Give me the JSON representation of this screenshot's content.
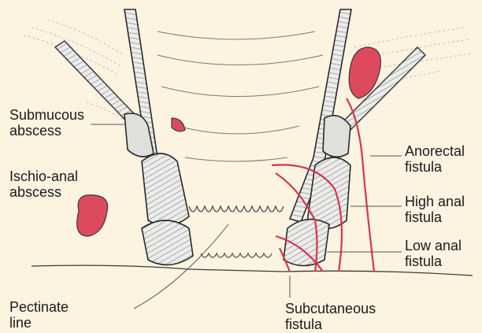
{
  "labels": {
    "submucous_abscess": [
      "Submucous",
      "abscess"
    ],
    "ischio_anal_abscess": [
      "Ischio-anal",
      "abscess"
    ],
    "pectinate_line": [
      "Pectinate",
      "line"
    ],
    "anorectal_fistula": [
      "Anorectal",
      "fistula"
    ],
    "high_anal_fistula": [
      "High anal",
      "fistula"
    ],
    "low_anal_fistula": [
      "Low anal",
      "fistula"
    ],
    "subcutaneous_fistula": [
      "Subcutaneous",
      "fistula"
    ]
  },
  "colors": {
    "background": "#fdf3e1",
    "pathology": "#dd4a5e",
    "outline": "#3a3a3a",
    "muscle": "#e9e9e6",
    "muscle_stripe": "#8d8d8d",
    "leader_line": "#555555"
  }
}
